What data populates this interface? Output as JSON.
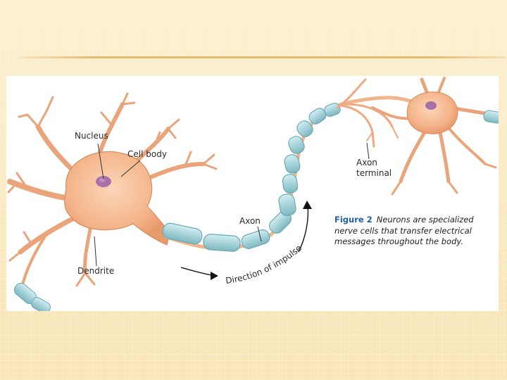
{
  "labels": {
    "nucleus": "Nucleus",
    "cell_body": "Cell body",
    "axon_terminal_line1": "Axon",
    "axon_terminal_line2": "terminal",
    "axon": "Axon",
    "dendrite": "Dendrite",
    "direction": "Direction of impulse"
  },
  "caption": {
    "figure": "Figure 2",
    "text": "Neurons are specialized nerve cells that transfer electrical messages throughout the body."
  },
  "colors": {
    "cell": "#f4b489",
    "cell_edge": "#d88b5f",
    "myelin": "#a7d3da",
    "myelin_edge": "#6aa9b3",
    "nucleus": "#9b5fa5",
    "caption_accent": "#1f5fa6"
  }
}
